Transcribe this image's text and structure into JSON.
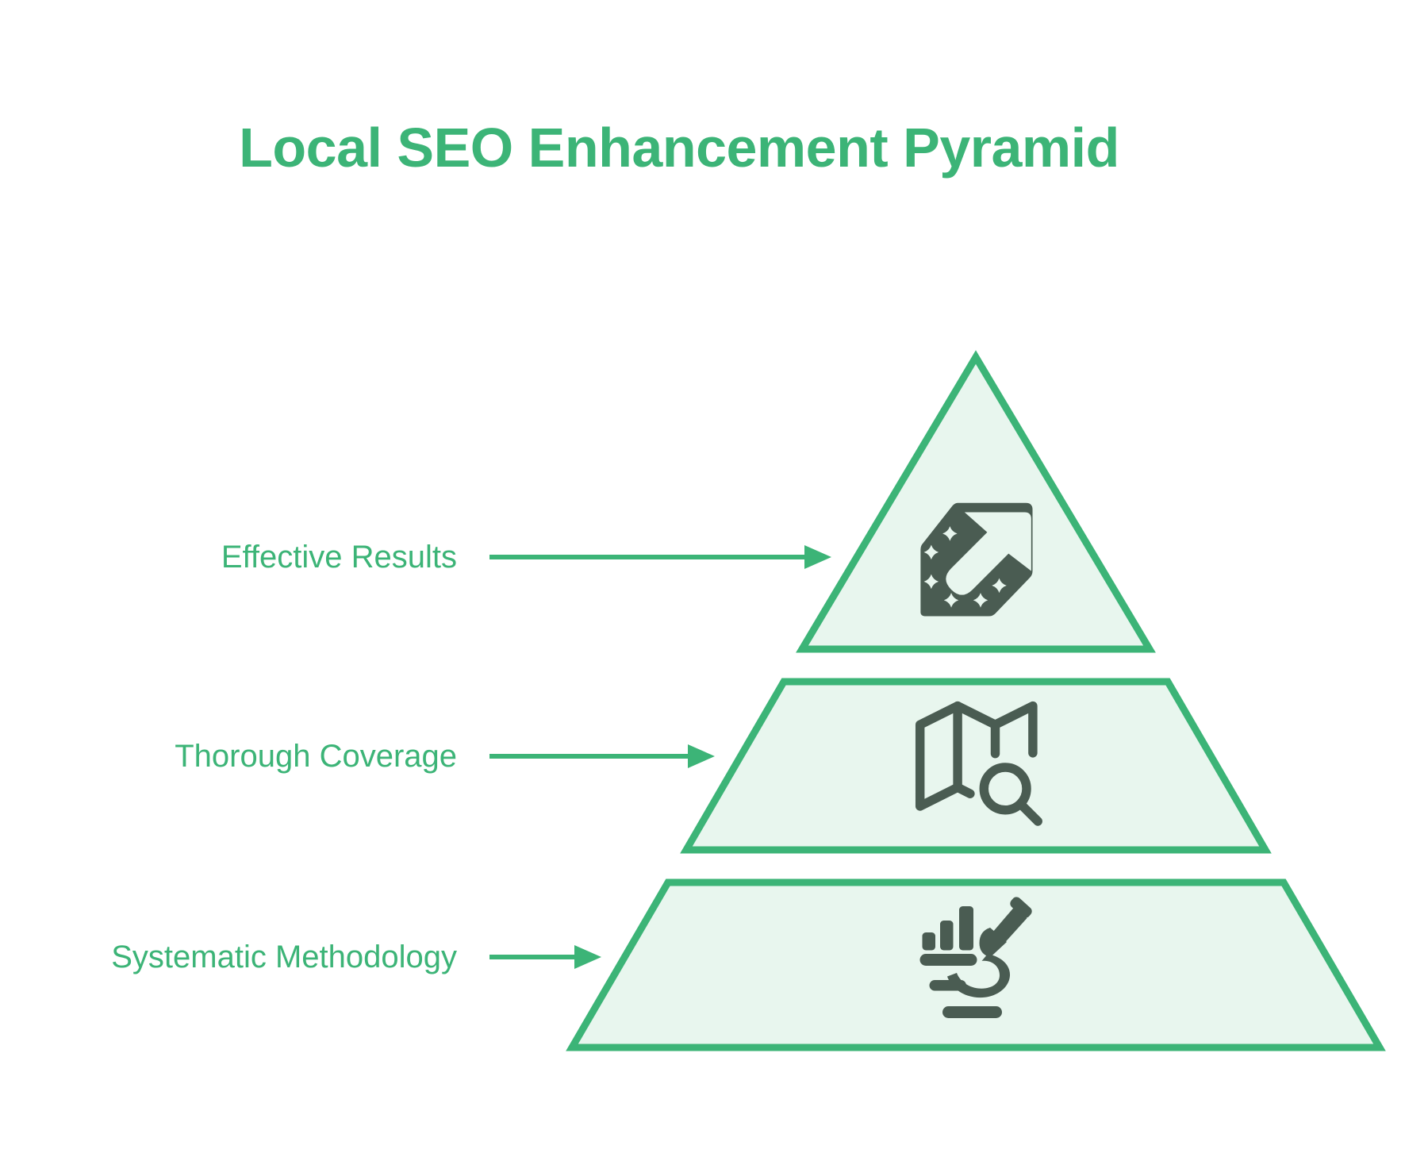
{
  "title": "Local SEO Enhancement Pyramid",
  "diagram": {
    "type": "pyramid",
    "level_count": 3,
    "levels": [
      {
        "rank": 1,
        "position": "top",
        "label": "Effective Results",
        "icon": "growth-arrow-sparkles-icon"
      },
      {
        "rank": 2,
        "position": "middle",
        "label": "Thorough Coverage",
        "icon": "map-search-icon"
      },
      {
        "rank": 3,
        "position": "bottom",
        "label": "Systematic Methodology",
        "icon": "microscope-analytics-icon"
      }
    ]
  },
  "colors": {
    "accent_green": "#3cb477",
    "level_fill": "#e8f6ee",
    "icon_dark": "#4a5c52",
    "background": "#ffffff"
  }
}
